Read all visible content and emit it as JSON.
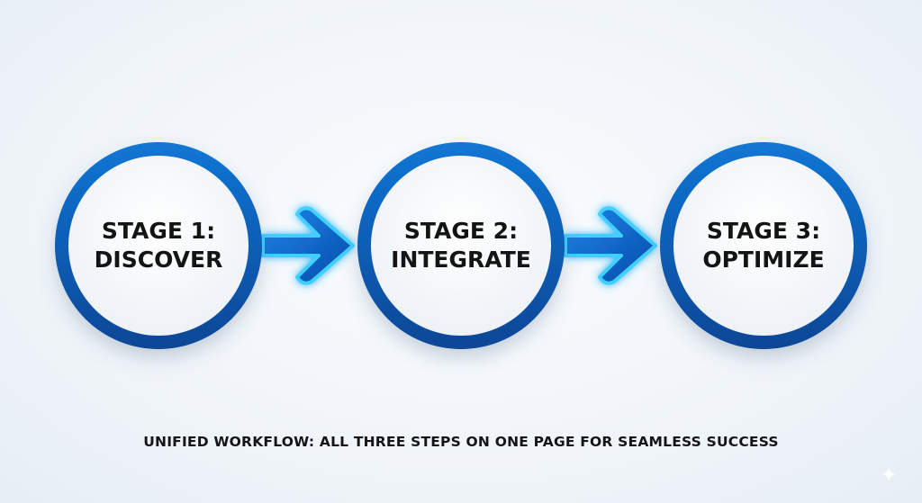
{
  "stages": [
    {
      "line1": "STAGE 1:",
      "line2": "DISCOVER"
    },
    {
      "line1": "STAGE 2:",
      "line2": "INTEGRATE"
    },
    {
      "line1": "STAGE 3:",
      "line2": "OPTIMIZE"
    }
  ],
  "caption": "UNIFIED WORKFLOW: ALL THREE STEPS ON ONE PAGE FOR SEAMLESS SUCCESS",
  "colors": {
    "ring": "#0b5fb8",
    "ring_dark": "#0a4a9a",
    "arrow": "#1a6fd6",
    "glow": "#35c4ff"
  },
  "icons": {
    "arrow": "arrow-right-icon",
    "sparkle": "sparkle-icon"
  }
}
